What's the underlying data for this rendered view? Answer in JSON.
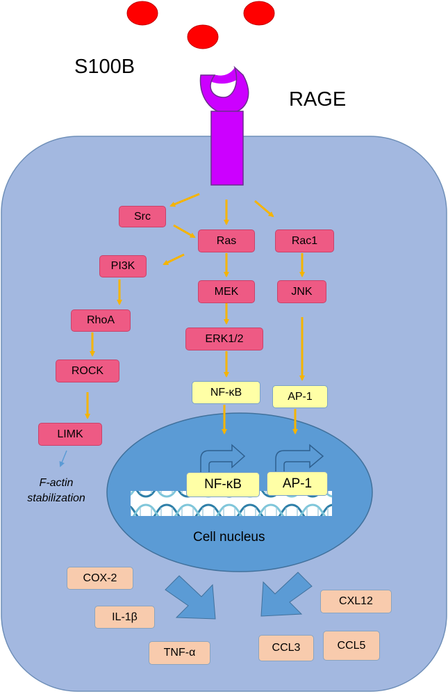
{
  "ligand": {
    "label": "S100B",
    "color": "#ff0000"
  },
  "receptor": {
    "label": "RAGE",
    "color": "#cc00ff"
  },
  "colors": {
    "cell": "#a3b8e0",
    "nucleus": "#5b9bd5",
    "kinase": "#ee5a84",
    "transcription_factor": "#ffffa6",
    "product": "#f8cbad",
    "arrow": "#f5b400"
  },
  "pathway": {
    "src": "Src",
    "ras": "Ras",
    "rac1": "Rac1",
    "pi3k": "PI3K",
    "mek": "MEK",
    "jnk": "JNK",
    "rhoa": "RhoA",
    "erk": "ERK1/2",
    "rock": "ROCK",
    "limk": "LIMK",
    "nfkb": "NF-κB",
    "ap1": "AP-1"
  },
  "nucleus": {
    "label": "Cell nucleus",
    "nfkb": "NF-κB",
    "ap1": "AP-1"
  },
  "outcome": {
    "line1": "F-actin",
    "line2": "stabilization"
  },
  "products": {
    "cox2": "COX-2",
    "il1b": "IL-1β",
    "tnfa": "TNF-α",
    "cxl12": "CXL12",
    "ccl3": "CCL3",
    "ccl5": "CCL5"
  }
}
